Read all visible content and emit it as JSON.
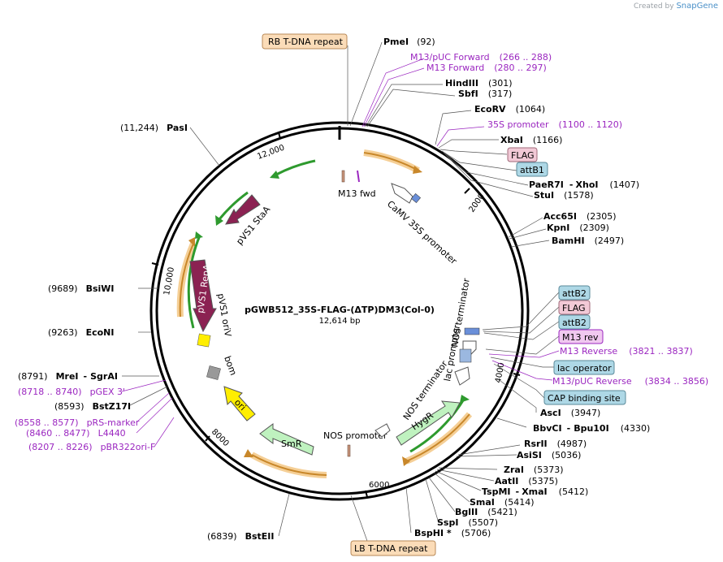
{
  "credit": {
    "text": "Created by",
    "brand": "SnapGene"
  },
  "map": {
    "name": "pGWB512_35S-FLAG-(ΔTP)DM3(Col-0)",
    "length_label": "12,614 bp",
    "ticks": [
      "2000",
      "4000",
      "6000",
      "8000",
      "10,000",
      "12,000"
    ]
  },
  "features": {
    "m13fwd": "M13 fwd",
    "camv": "CaMV 35S promoter",
    "nos_term1": "NOS terminator",
    "lac": "lac promoter",
    "nos_term2": "NOS terminator",
    "hygr": "HygR",
    "nos_prom": "NOS promoter",
    "smr": "SmR",
    "ori": "ori",
    "bom": "bom",
    "pvs1_oriv": "pVS1 oriV",
    "pvs1_repa": "pVS1 RepA",
    "pvs1_staa": "pVS1 StaA"
  },
  "right_labels": [
    {
      "name": "PmeI",
      "pos": "(92)"
    },
    {
      "purple": "M13/pUC Forward",
      "pos": "(266 .. 288)"
    },
    {
      "purple": "M13 Forward",
      "pos": "(280 .. 297)"
    },
    {
      "name": "HindIII",
      "pos": "(301)"
    },
    {
      "name": "SbfI",
      "pos": "(317)"
    },
    {
      "name": "EcoRV",
      "pos": "(1064)"
    },
    {
      "purple": "35S promoter",
      "pos": "(1100 .. 1120)"
    },
    {
      "name": "XbaI",
      "pos": "(1166)"
    },
    {
      "box": "FLAG"
    },
    {
      "box": "attB1"
    },
    {
      "name": "PaeR7I",
      "name2": "XhoI",
      "pos": "(1407)"
    },
    {
      "name": "StuI",
      "pos": "(1578)"
    },
    {
      "name": "Acc65I",
      "pos": "(2305)"
    },
    {
      "name": "KpnI",
      "pos": "(2309)"
    },
    {
      "name": "BamHI",
      "pos": "(2497)"
    },
    {
      "box": "attB2"
    },
    {
      "box": "FLAG"
    },
    {
      "box": "attB2"
    },
    {
      "box": "M13 rev"
    },
    {
      "purple": "M13 Reverse",
      "pos": "(3821 .. 3837)"
    },
    {
      "box": "lac operator"
    },
    {
      "purple": "M13/pUC Reverse",
      "pos": "(3834 .. 3856)"
    },
    {
      "box": "CAP binding site"
    },
    {
      "name": "AscI",
      "pos": "(3947)"
    },
    {
      "name": "BbvCI",
      "name2": "Bpu10I",
      "pos": "(4330)"
    },
    {
      "name": "RsrII",
      "pos": "(4987)"
    },
    {
      "name": "AsiSI",
      "pos": "(5036)"
    },
    {
      "name": "ZraI",
      "pos": "(5373)"
    },
    {
      "name": "AatII",
      "pos": "(5375)"
    },
    {
      "name": "TspMI",
      "name2": "XmaI",
      "pos": "(5412)"
    },
    {
      "name": "SmaI",
      "pos": "(5414)"
    },
    {
      "name": "BglII",
      "pos": "(5421)"
    },
    {
      "name": "SspI",
      "pos": "(5507)"
    },
    {
      "name": "BspHI *",
      "pos": "(5706)"
    }
  ],
  "left_labels": [
    {
      "name": "PasI",
      "pos": "(11,244)"
    },
    {
      "name": "BsiWI",
      "pos": "(9689)"
    },
    {
      "name": "EcoNI",
      "pos": "(9263)"
    },
    {
      "name": "MreI",
      "name2": "SgrAI",
      "pos": "(8791)"
    },
    {
      "purple": "pGEX 3'",
      "pos": "(8718 .. 8740)"
    },
    {
      "name": "BstZ17I",
      "pos": "(8593)"
    },
    {
      "purple": "pRS-marker",
      "pos": "(8558 .. 8577)"
    },
    {
      "purple": "L4440",
      "pos": "(8460 .. 8477)"
    },
    {
      "purple": "pBR322ori-F",
      "pos": "(8207 .. 8226)"
    },
    {
      "name": "BstEII",
      "pos": "(6839)"
    }
  ],
  "boxes": {
    "rb": "RB T-DNA repeat",
    "lb": "LB T-DNA repeat"
  },
  "colors": {
    "purple": "#9b27c0",
    "green": "#2e9a2e",
    "orange": "#f5a623",
    "maroon": "#8b2252",
    "yellow": "#ffee00",
    "lightgreen": "#bff2bf",
    "boxblue": "#aed8e6",
    "boxpink": "#f2c9d6",
    "boxmagenta": "#f0c8f0",
    "boxpeach": "#fbdcb8"
  }
}
